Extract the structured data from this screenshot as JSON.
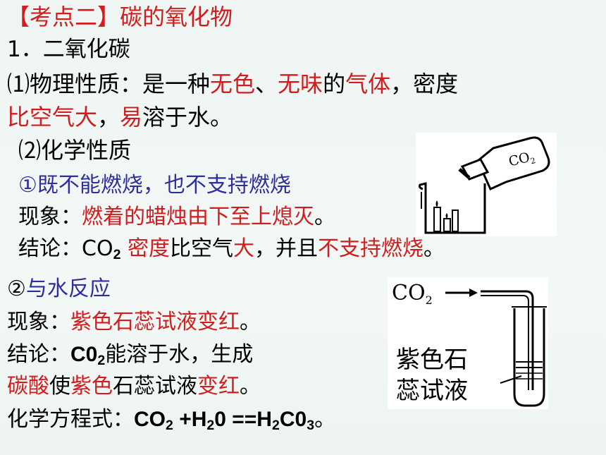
{
  "heading": {
    "bracket_title": "【考点二】",
    "title": "碳的氧化物"
  },
  "section1": {
    "title": "1．二氧化碳"
  },
  "physical": {
    "label": "⑴物理性质：是一种",
    "colorless": "无色",
    "sep": "、",
    "odorless": "无味",
    "of": "的",
    "gas": "气体",
    "density": "，密度",
    "heavier": "比空气大",
    "comma": "，",
    "easily": "易",
    "soluble": "溶于水。"
  },
  "chemical": {
    "label": "⑵化学性质",
    "point1": "①既不能燃烧，也不支持燃烧",
    "phen1_label": "现象：",
    "phen1_text": "燃着的蜡烛由下至上熄灭",
    "phen1_end": "。",
    "concl1_label": "结论：CO",
    "concl1_sub": "2",
    "concl1_density": " 密度",
    "concl1_than": "比空气",
    "concl1_big": "大",
    "concl1_and": "，并且",
    "concl1_not": "不支持燃烧",
    "concl1_end": "。",
    "point2_num": "②",
    "point2_text": "与水反应",
    "phen2_label": "现象：",
    "phen2_text": "紫色石蕊试液变红",
    "phen2_end": "。",
    "concl2_label": "结论：",
    "concl2_formula": "C0",
    "concl2_sub": "2",
    "concl2_rest": "能溶于水，生成",
    "concl2b_acid": "碳酸",
    "concl2b_make": "使",
    "concl2b_purple": "紫色",
    "concl2b_litmus": "石蕊试液",
    "concl2b_red": "变红",
    "concl2b_end": "。",
    "eq_label": "化学方程式：",
    "eq_a": "CO",
    "eq_a_sub": "2",
    "eq_b": " +H",
    "eq_b_sub": "2",
    "eq_c": "0 ==H",
    "eq_c_sub": "2",
    "eq_d": "C0",
    "eq_d_sub": "3",
    "eq_end": "。"
  },
  "figure1": {
    "bottle_label": "CO",
    "bottle_sub": "2"
  },
  "figure2": {
    "arrow_label": "CO",
    "arrow_sub": "2",
    "tube_label_line1": "紫色石",
    "tube_label_line2": "蕊试液"
  }
}
